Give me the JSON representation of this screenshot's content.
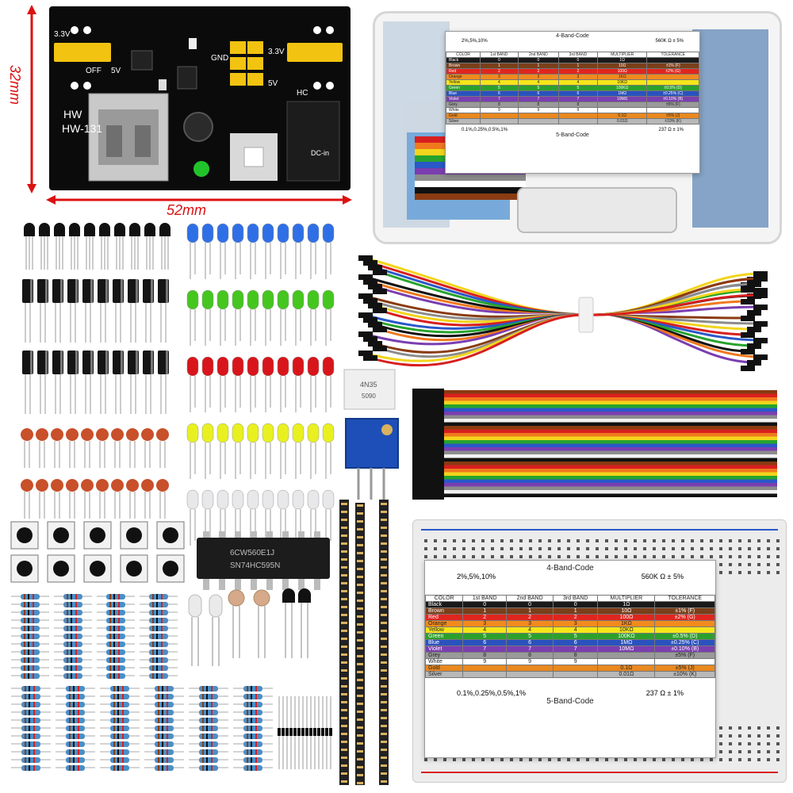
{
  "dimensions": {
    "width_label": "52mm",
    "height_label": "32mm"
  },
  "power_board": {
    "model": "HW-131",
    "brand": "HW",
    "labels": {
      "v5": "5V",
      "off": "OFF",
      "v33": "3.3V",
      "gnd": "GND",
      "dc_in": "DC-in",
      "hc": "HC",
      "v5b": "5V",
      "v33b": "3.3V"
    }
  },
  "color_code_chart": {
    "four_band_title": "4-Band-Code",
    "five_band_title": "5-Band-Code",
    "four_band_tolerance": "2%,5%,10%",
    "four_band_example": "560K Ω ± 5%",
    "five_band_tolerance": "0.1%,0.25%,0.5%,1%",
    "five_band_example": "237 Ω ± 1%",
    "headers": [
      "COLOR",
      "1st BAND",
      "2nd BAND",
      "3rd BAND",
      "MULTIPLIER",
      "TOLERANCE"
    ],
    "rows": [
      {
        "color": "Black",
        "b1": "0",
        "b2": "0",
        "b3": "0",
        "mult": "1Ω",
        "tol": "",
        "bg": "#1a1a1a",
        "fg": "#ffffff"
      },
      {
        "color": "Brown",
        "b1": "1",
        "b2": "1",
        "b3": "1",
        "mult": "10Ω",
        "tol": "±1%    (F)",
        "bg": "#7a3f1a",
        "fg": "#ffffff"
      },
      {
        "color": "Red",
        "b1": "2",
        "b2": "2",
        "b3": "2",
        "mult": "100Ω",
        "tol": "±2%    (G)",
        "bg": "#e0261f",
        "fg": "#ffffff"
      },
      {
        "color": "Orange",
        "b1": "3",
        "b2": "3",
        "b3": "3",
        "mult": "1KΩ",
        "tol": "",
        "bg": "#f28a1e",
        "fg": "#222222"
      },
      {
        "color": "Yellow",
        "b1": "4",
        "b2": "4",
        "b3": "4",
        "mult": "10KΩ",
        "tol": "",
        "bg": "#f6e51a",
        "fg": "#222222"
      },
      {
        "color": "Green",
        "b1": "5",
        "b2": "5",
        "b3": "5",
        "mult": "100KΩ",
        "tol": "±0.5%  (D)",
        "bg": "#2ca02c",
        "fg": "#ffffff"
      },
      {
        "color": "Blue",
        "b1": "6",
        "b2": "6",
        "b3": "6",
        "mult": "1MΩ",
        "tol": "±0.25% (C)",
        "bg": "#2a52be",
        "fg": "#ffffff"
      },
      {
        "color": "Violet",
        "b1": "7",
        "b2": "7",
        "b3": "7",
        "mult": "10MΩ",
        "tol": "±0.10% (B)",
        "bg": "#7b3fb0",
        "fg": "#ffffff"
      },
      {
        "color": "Grey",
        "b1": "8",
        "b2": "8",
        "b3": "8",
        "mult": "",
        "tol": "±5%    (F)",
        "bg": "#9a9a9a",
        "fg": "#222222"
      },
      {
        "color": "White",
        "b1": "9",
        "b2": "9",
        "b3": "9",
        "mult": "",
        "tol": "",
        "bg": "#ffffff",
        "fg": "#222222"
      },
      {
        "color": "Gold",
        "b1": "",
        "b2": "",
        "b3": "",
        "mult": "0.1Ω",
        "tol": "±5%    (J)",
        "bg": "#e9881f",
        "fg": "#222222"
      },
      {
        "color": "Silver",
        "b1": "",
        "b2": "",
        "b3": "",
        "mult": "0.01Ω",
        "tol": "±10%   (K)",
        "bg": "#b8b8b8",
        "fg": "#222222"
      }
    ]
  },
  "ic_chips": {
    "ic1_line1": "6CW560E1J",
    "ic1_line2": "SN74HC595N",
    "optocoupler": "4N35",
    "optocoupler_sub": "5090"
  },
  "colors": {
    "led_blue": "#2f6fe6",
    "led_green": "#45c61f",
    "led_red": "#d8151b",
    "led_yellow": "#e9f020",
    "led_clear": "#e8e8ea",
    "jumper_yellow": "#f2c311",
    "potentiometer": "#1e4fb8",
    "capacitor_ceramic": "#c8502a",
    "ribbon": [
      "#8a3b12",
      "#d81f1f",
      "#f0791e",
      "#f2d51c",
      "#27a32d",
      "#2a58c8",
      "#7a3eb0",
      "#8c8c8c",
      "#f2f2f2",
      "#111111"
    ]
  }
}
